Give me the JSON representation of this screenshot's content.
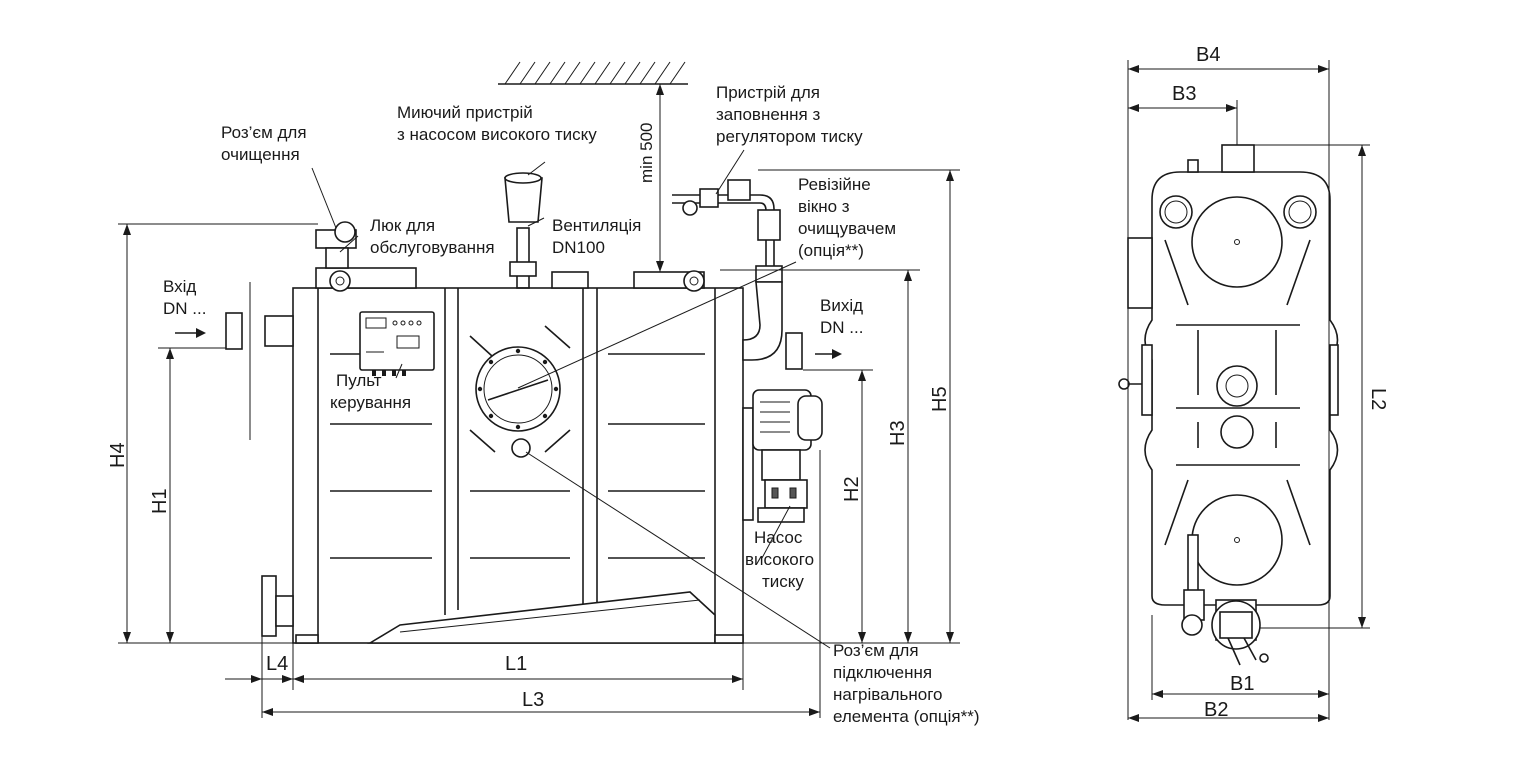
{
  "labels": {
    "cleaning_port": [
      "Роз’єм для",
      "очищення"
    ],
    "washer": [
      "Миючий пристрій",
      "з насосом високого тиску"
    ],
    "min500": "min 500",
    "fill_device": [
      "Пристрій для",
      "заповнення з",
      "регулятором тиску"
    ],
    "service_hatch": [
      "Люк для",
      "обслуговування"
    ],
    "ventilation": [
      "Вентиляція",
      "DN100"
    ],
    "inspection_window": [
      "Ревізійне",
      "вікно з",
      "очищувачем",
      "(опція**)"
    ],
    "inlet": [
      "Вхід",
      "DN ..."
    ],
    "outlet": [
      "Вихід",
      "DN ..."
    ],
    "control_panel": [
      "Пульт",
      "керування"
    ],
    "hp_pump": [
      "Насос",
      "високого",
      "тиску"
    ],
    "heater_port": [
      "Роз’єм для",
      "підключення",
      "нагрівального",
      "елемента (опція**)"
    ]
  },
  "dimensions": {
    "H1": "H1",
    "H2": "H2",
    "H3": "H3",
    "H4": "H4",
    "H5": "H5",
    "L1": "L1",
    "L2": "L2",
    "L3": "L3",
    "L4": "L4",
    "B1": "B1",
    "B2": "B2",
    "B3": "B3",
    "B4": "B4"
  }
}
